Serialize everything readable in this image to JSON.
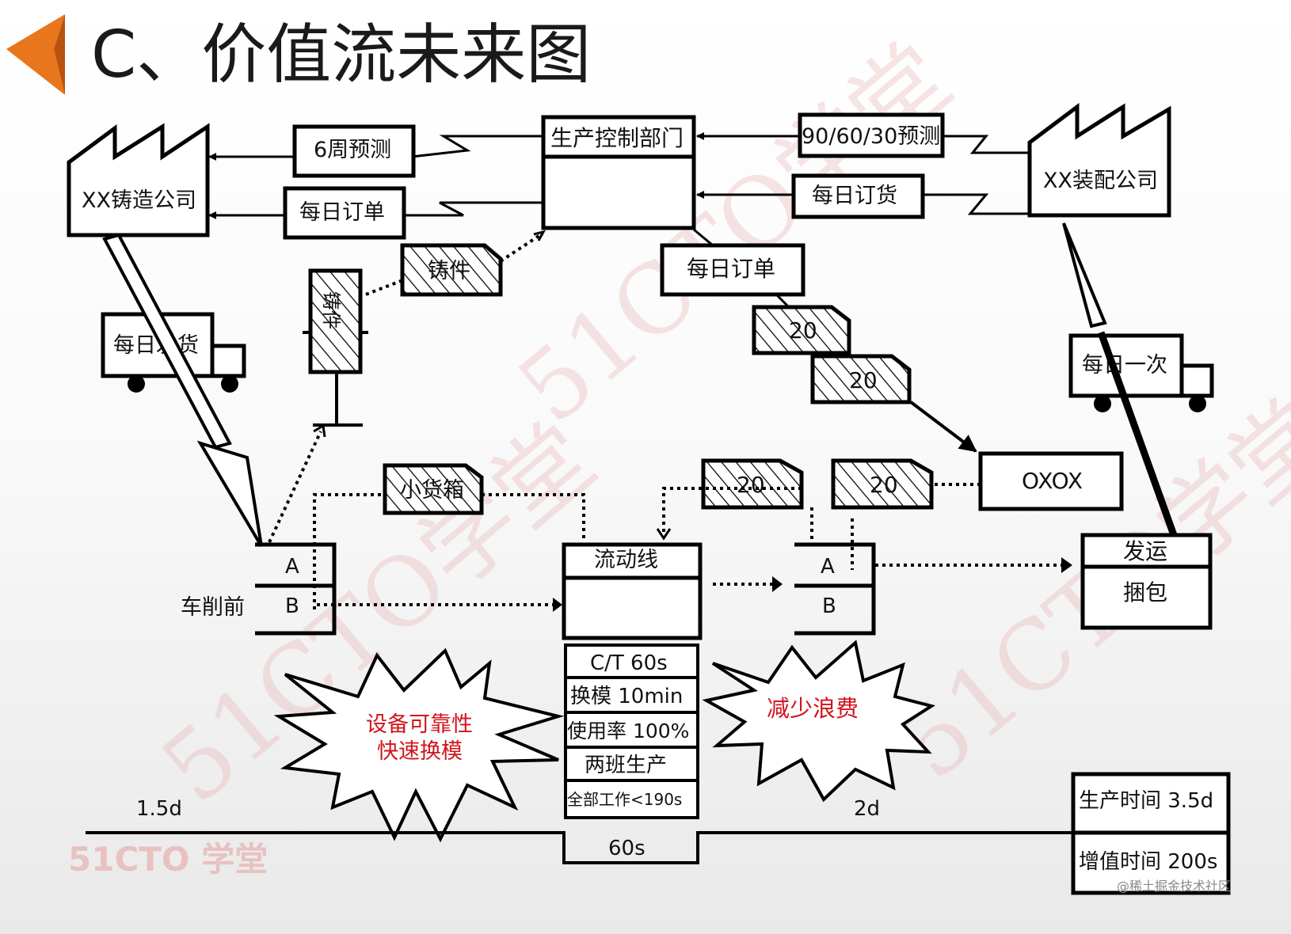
{
  "title": "C、价值流未来图",
  "colors": {
    "accent_arrow": "#e8761c",
    "burst_text": "#d2141c",
    "watermark": "#e8b4b4"
  },
  "nodes": {
    "supplier": "XX铸造公司",
    "customer": "XX装配公司",
    "production_control": "生产控制部门",
    "forecast_supplier": "6周预测",
    "order_supplier": "每日订单",
    "forecast_customer": "90/60/30预测",
    "order_customer": "每日订货",
    "daily_order": "每日订单",
    "casting_kanban": "铸件",
    "casting_post": "铸件",
    "small_bin": "小货箱",
    "truck_in": "每日发货",
    "truck_out": "每日一次",
    "kanban_qty_1": "20",
    "kanban_qty_2": "20",
    "kanban_qty_3": "20",
    "kanban_qty_4": "20",
    "oxox": "OXOX",
    "pre_turning": "车削前",
    "super_a_left": "A",
    "super_b_left": "B",
    "super_a_right": "A",
    "super_b_right": "B",
    "flow_line": "流动线",
    "shipping": "发运",
    "packing": "捆包"
  },
  "data_box": [
    "C/T 60s",
    "换模 10min",
    "使用率 100%",
    "两班生产",
    "全部工作<190s"
  ],
  "bursts": {
    "left_line1": "设备可靠性",
    "left_line2": "快速换模",
    "right": "减少浪费"
  },
  "timeline": {
    "wait_left": "1.5d",
    "wait_right": "2d",
    "process_time": "60s"
  },
  "summary": {
    "production_time": "生产时间 3.5d",
    "value_added_time": "增值时间 200s"
  },
  "watermarks": {
    "mark": "51CTO学堂",
    "logo": "51CTO 学堂"
  },
  "credit": "@稀土掘金技术社区"
}
